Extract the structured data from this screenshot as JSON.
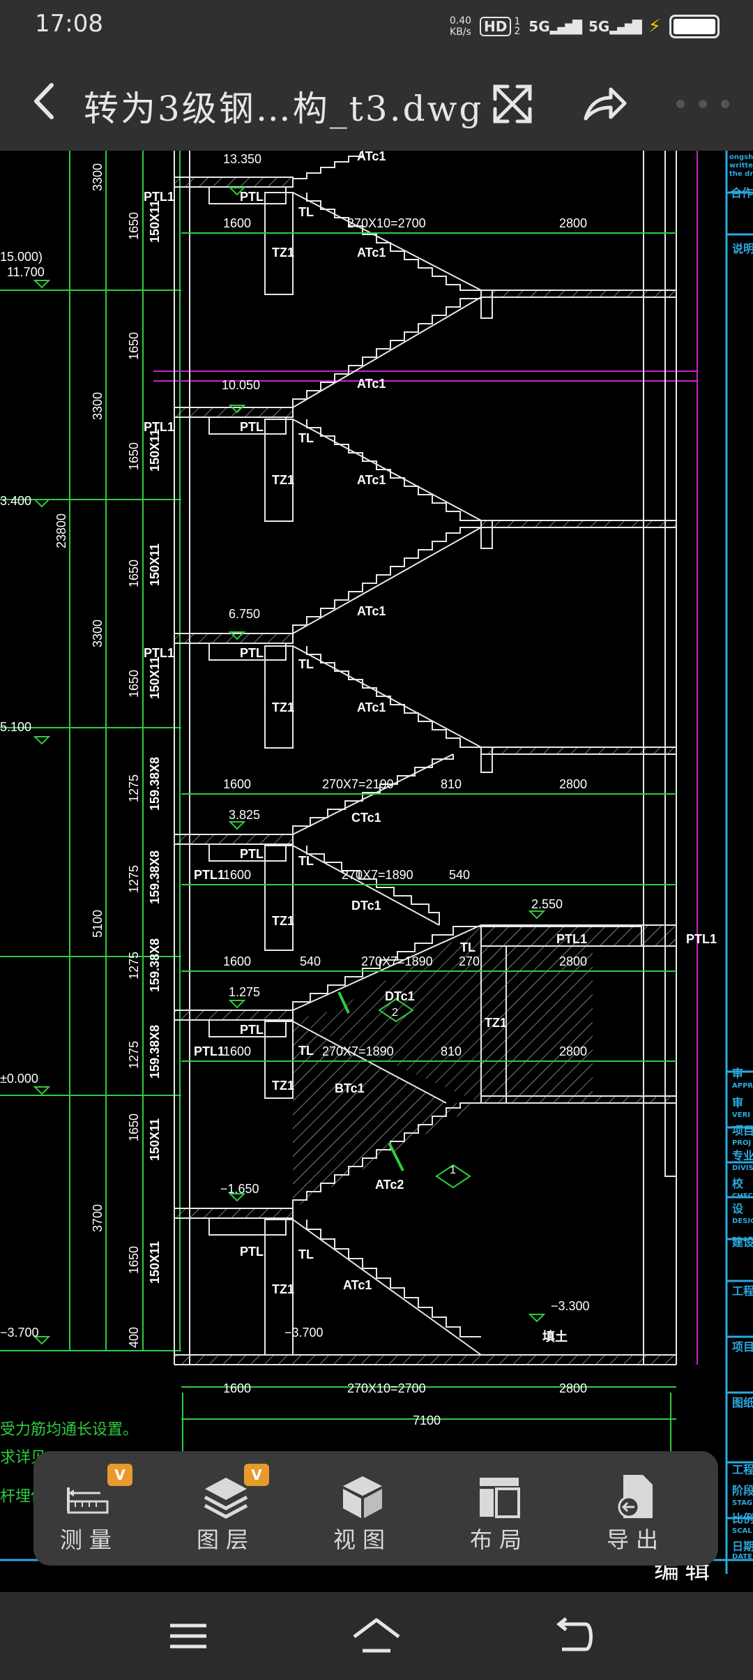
{
  "status": {
    "time": "17:08",
    "net_speed_value": "0.40",
    "net_speed_unit": "KB/s",
    "hd_badge": "HD",
    "sim1_superscript": "1",
    "sim1_subscript": "2",
    "signal1": "5G",
    "signal2": "5G"
  },
  "header": {
    "title": "转为3级钢…构_t3.dwg"
  },
  "drawing": {
    "elevations": [
      "13.350",
      "10.050",
      "6.750",
      "3.825",
      "2.550",
      "1.275",
      "±0.000",
      "−1.650",
      "−3.300",
      "−3.700",
      "−3.700"
    ],
    "left_elevations": [
      "15.000)",
      "11.700",
      "3.400",
      "5.100",
      "±0.000",
      "−3.700"
    ],
    "dims_vertical": [
      "3300",
      "1650",
      "1650",
      "3300",
      "1650",
      "1650",
      "3300",
      "1650",
      "1275",
      "1275",
      "1275",
      "1275",
      "5100",
      "1650",
      "3700",
      "1650",
      "400",
      "23800"
    ],
    "dims_span": [
      "1600",
      "270X10=2700",
      "2800",
      "270X7=2190",
      "810",
      "270X7=1890",
      "540",
      "270",
      "7100"
    ],
    "section_labels": [
      "150X11",
      "159.38X8"
    ],
    "members": [
      "PTL1",
      "PTL",
      "TL",
      "TZ1",
      "ATc1",
      "ATc2",
      "CTc1",
      "DTc1",
      "BTc1",
      "填土"
    ],
    "callouts": [
      "1",
      "2"
    ],
    "notes": [
      "受力筋均通长设置。",
      "求详见",
      "杆埋件"
    ],
    "title_block": [
      "合作",
      "说明",
      "审",
      "APPR",
      "审",
      "VERI",
      "项目",
      "PROJ",
      "专业",
      "DIVIS",
      "校",
      "CHEC",
      "设",
      "DESIG",
      "建设",
      "工程",
      "项目",
      "图纸",
      "工程",
      "阶段",
      "STAG",
      "比例",
      "SCAL",
      "日期",
      "DATE",
      "ongsh",
      "writte",
      "the dra"
    ]
  },
  "edit": {
    "label": "编辑"
  },
  "toolbar": {
    "items": [
      {
        "label": "测量",
        "icon": "ruler-icon",
        "vip": "V"
      },
      {
        "label": "图层",
        "icon": "layers-icon",
        "vip": "V"
      },
      {
        "label": "视图",
        "icon": "cube-icon"
      },
      {
        "label": "布局",
        "icon": "layout-icon"
      },
      {
        "label": "导出",
        "icon": "export-icon"
      }
    ]
  },
  "colors": {
    "bar_bg": "#303030",
    "cad_white": "#ffffff",
    "cad_green": "#2ecc40",
    "cad_magenta": "#c724c7",
    "cad_cyan": "#2aa9e0",
    "fab": "#1e7fe6",
    "vip": "#e89a2c"
  }
}
